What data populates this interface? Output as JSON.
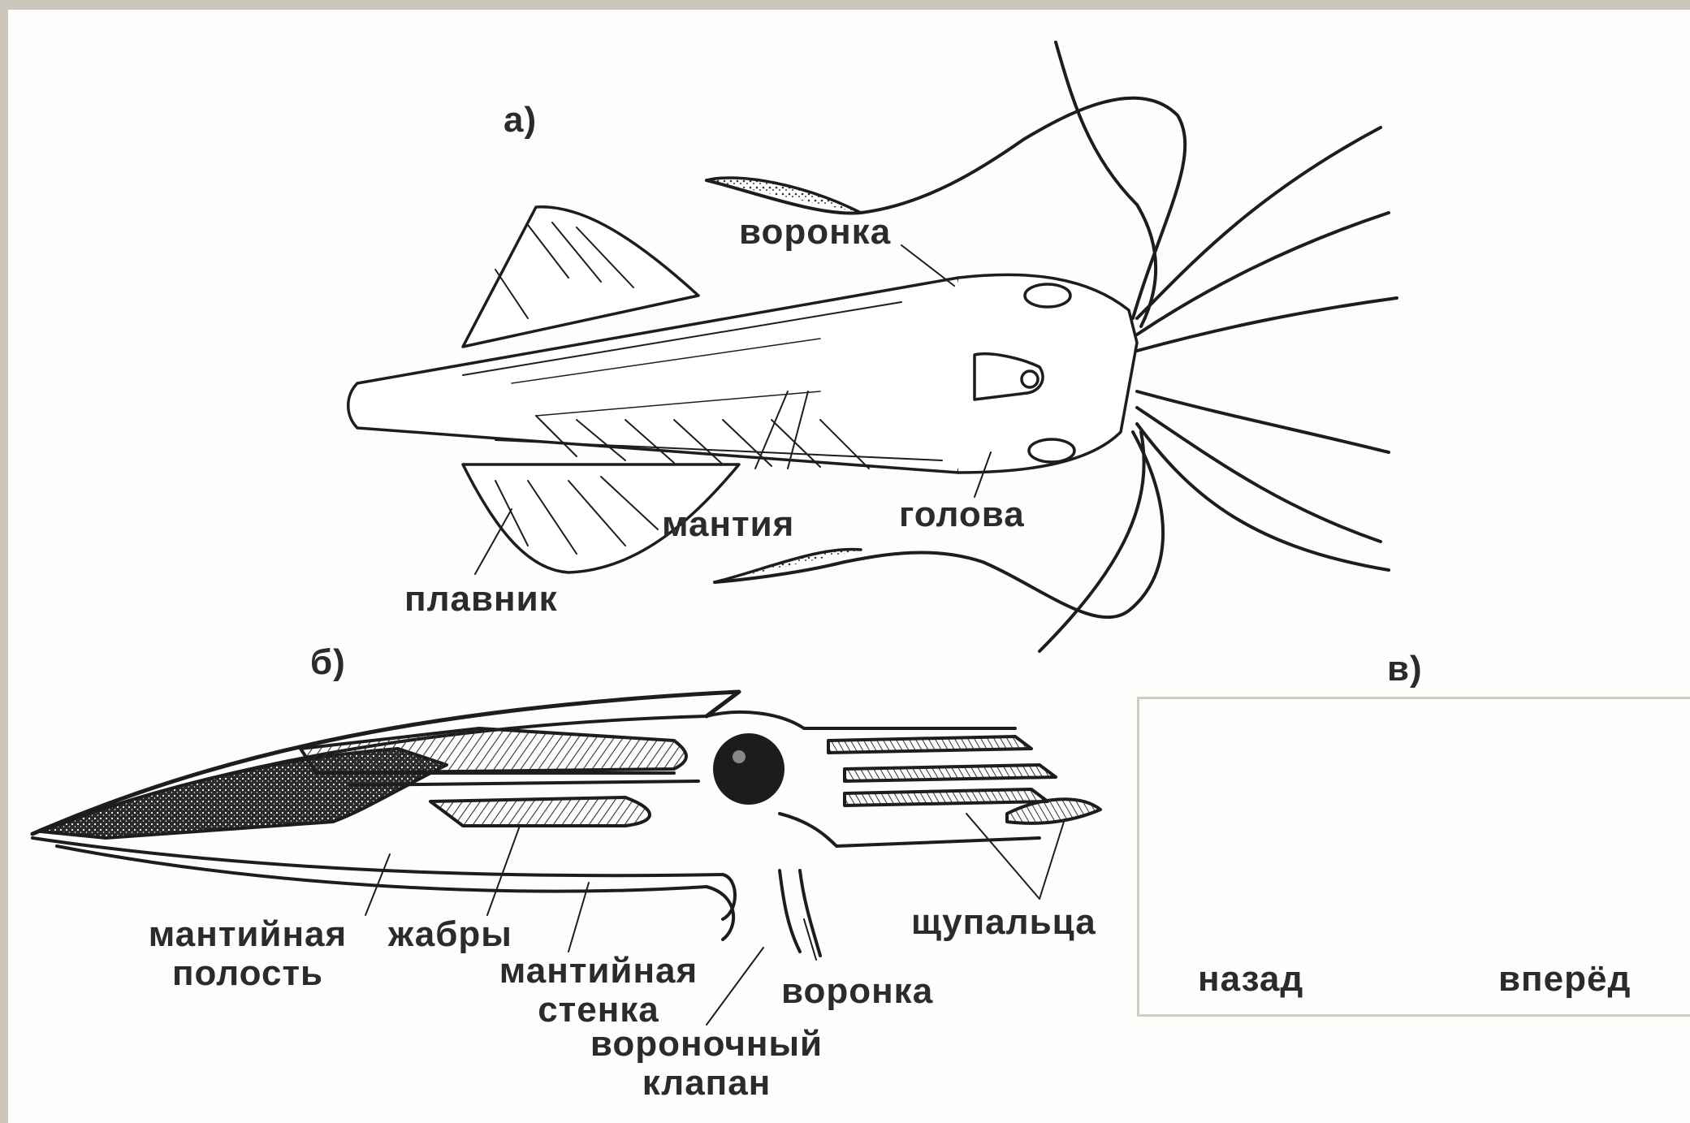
{
  "panel_a": {
    "letter": "а)",
    "labels": {
      "funnel": "воронка",
      "mantle": "мантия",
      "head": "голова",
      "fin": "плавник"
    }
  },
  "panel_b": {
    "letter": "б)",
    "labels": {
      "mantle_cavity": "мантийная\nполость",
      "gills": "жабры",
      "mantle_wall": "мантийная\nстенка",
      "funnel": "воронка",
      "funnel_valve": "вороночный\nклапан",
      "tentacles": "щупальца"
    }
  },
  "panel_c": {
    "letter": "в)",
    "labels": {
      "backward": "назад",
      "forward": "вперёд"
    }
  }
}
